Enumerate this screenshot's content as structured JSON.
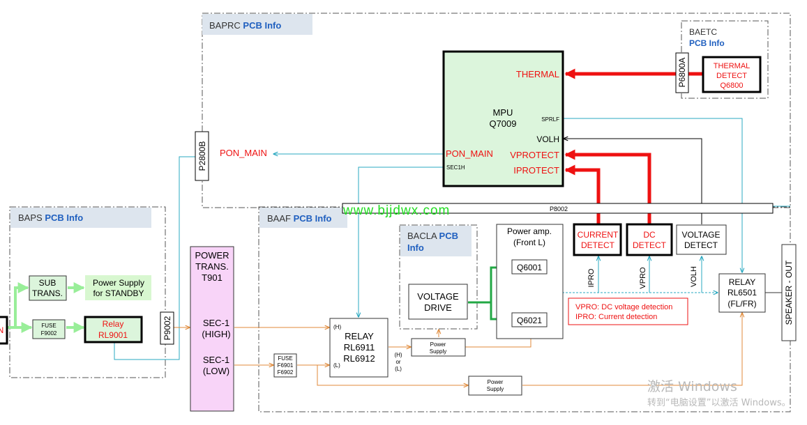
{
  "pcb_labels": {
    "baprc": {
      "name": "BAPRC",
      "suffix": "PCB Info"
    },
    "baetc": {
      "name": "BAETC",
      "suffix": "PCB Info"
    },
    "baps": {
      "name": "BAPS",
      "suffix": "PCB Info"
    },
    "baaf": {
      "name": "BAAF",
      "suffix": "PCB Info"
    },
    "bacla": {
      "name": "BACLA",
      "suffix": "PCB",
      "suffix2": "Info"
    }
  },
  "mpu": {
    "name": "MPU",
    "part": "Q7009",
    "pins": {
      "thermal": "THERMAL",
      "sprlf": "SPRLF",
      "volh": "VOLH",
      "pon_main": "PON_MAIN",
      "vprotect": "VPROTECT",
      "sec1h": "SEC1H",
      "iprotect": "IPROTECT"
    }
  },
  "connectors": {
    "p6800a": "P6800A",
    "p2800b": "P2800B",
    "p8002": "P8002",
    "p9002": "P9002"
  },
  "thermal_detect": {
    "line1": "THERMAL",
    "line2": "DETECT",
    "line3": "Q6800"
  },
  "pon_main_signal": "PON_MAIN",
  "website": "www.bjjdwx.com",
  "baps": {
    "sub_trans": {
      "line1": "SUB",
      "line2": "TRANS."
    },
    "standby": {
      "line1": "Power Supply",
      "line2": "for STANDBY"
    },
    "fuse": {
      "line1": "FUSE",
      "line2": "F9002"
    },
    "relay": {
      "line1": "Relay",
      "line2": "RL9001"
    },
    "left_edge": "N"
  },
  "power_trans": {
    "line1": "POWER",
    "line2": "TRANS.",
    "line3": "T901",
    "sec_high_1": "SEC-1",
    "sec_high_2": "(HIGH)",
    "sec_low_1": "SEC-1",
    "sec_low_2": "(LOW)"
  },
  "fuse_f6901": {
    "line1": "FUSE",
    "line2": "F6901",
    "line3": "F6902"
  },
  "relay_rl6911": {
    "line1": "RELAY",
    "line2": "RL6911",
    "line3": "RL6912",
    "h": "(H)",
    "l": "(L)"
  },
  "hl_label": {
    "h": "(H)",
    "or": "or",
    "l": "(L)"
  },
  "power_supply_small": {
    "line1": "Power",
    "line2": "Supply"
  },
  "power_supply_large": {
    "line1": "Power",
    "line2": "Supply"
  },
  "voltage_drive": {
    "line1": "VOLTAGE",
    "line2": "DRIVE"
  },
  "power_amp": {
    "line1": "Power amp.",
    "line2": "(Front L)",
    "q1": "Q6001",
    "q2": "Q6021"
  },
  "current_detect": {
    "line1": "CURRENT",
    "line2": "DETECT"
  },
  "dc_detect": {
    "line1": "DC",
    "line2": "DETECT"
  },
  "voltage_detect": {
    "line1": "VOLTAGE",
    "line2": "DETECT"
  },
  "vertical_signals": {
    "ipro": "IPRO",
    "vpro": "VPRO",
    "volh": "VOLH"
  },
  "notes": {
    "vpro": "VPRO: DC voltage detection",
    "ipro": "IPRO: Current detection"
  },
  "relay_rl6501": {
    "line1": "RELAY",
    "line2": "RL6501",
    "line3": "(FL/FR)"
  },
  "speaker_out": "SPEAKER - OUT",
  "watermark": {
    "line1": "激活 Windows",
    "line2": "转到“电脑设置”以激活 Windows。"
  },
  "colors": {
    "red": "#ee1111",
    "cyan": "#2aa8c0",
    "orange": "#e08a3a",
    "green": "#22a844",
    "light_green": "#99ee99",
    "mpu_fill": "#dcf5dc",
    "trans_fill": "#f8d4f8",
    "label_fill": "#dde5ee",
    "label_blue": "#1f5fbf"
  }
}
